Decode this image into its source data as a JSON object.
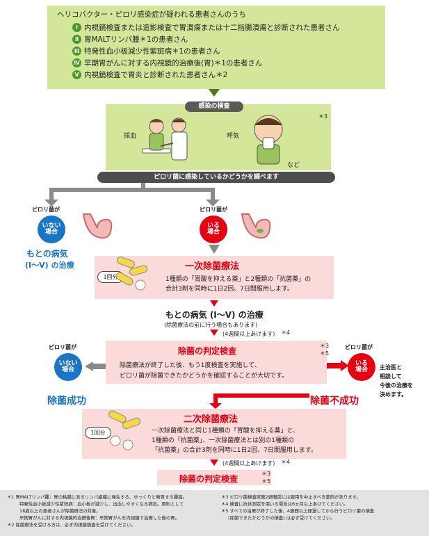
{
  "patients": {
    "heading": "ヘリコバクター・ピロリ感染症が疑われる患者さんのうち",
    "items": [
      {
        "num": "Ⅰ",
        "text": "内視鏡検査または造影検査で胃潰瘍または十二指腸潰瘍と診断された患者さん"
      },
      {
        "num": "Ⅱ",
        "text": "胃MALTリンパ腫＊1の患者さん"
      },
      {
        "num": "Ⅲ",
        "text": "特発性血小板減少性紫斑病＊1の患者さん"
      },
      {
        "num": "Ⅳ",
        "text": "早期胃がんに対する内視鏡的治療後(胃)＊1の患者さん"
      },
      {
        "num": "Ⅴ",
        "text": "内視鏡検査で胃炎と診断された患者さん＊2"
      }
    ]
  },
  "infection_test": {
    "label": "感染の検査",
    "note": "＊3",
    "blood": "採血",
    "breath": "呼気",
    "etc": "など"
  },
  "check_bar": "ピロリ菌に感染しているかどうかを調べます",
  "negative": {
    "top": "ピロリ菌が",
    "circle": [
      "いない",
      "場合"
    ],
    "result_line1": "もとの病気",
    "result_line2": "(Ⅰ〜Ⅴ) の治療"
  },
  "positive": {
    "top": "ピロリ菌が",
    "circle": [
      "いる",
      "場合"
    ]
  },
  "first_treatment": {
    "title": "一次除菌療法",
    "dose": "1回分",
    "desc_line1": "1種類の「胃酸を抑える薬」と2種類の「抗菌薬」の",
    "desc_line2": "合計3剤を同時に1日2回、7日間服用します。"
  },
  "original_treatment": {
    "title": "もとの病気 (Ⅰ〜Ⅴ) の治療",
    "sub": "(除菌療法の前に行う場合もあります)"
  },
  "wait1": {
    "label": "(4週間以上あけます)",
    "note": "＊4"
  },
  "judgment1": {
    "title": "除菌の判定検査",
    "note1": "＊3",
    "note2": "＊5",
    "desc_line1": "除菌療法が終了した後、もう1度検査を実施して、",
    "desc_line2": "ピロリ菌が除菌できたかどうかを確認することが大切です。"
  },
  "success": {
    "top": "ピロリ菌が",
    "circle": [
      "いない",
      "場合"
    ],
    "label": "除菌成功"
  },
  "failure": {
    "top": "ピロリ菌が",
    "circle": [
      "いる",
      "場合"
    ],
    "label": "除菌不成功",
    "side_line1": "主治医と",
    "side_line2": "相談して",
    "side_line3": "今後の治療を",
    "side_line4": "決めます。"
  },
  "second_treatment": {
    "title": "二次除菌療法",
    "dose": "1回分",
    "desc_line1": "一次除菌療法と同じ1種類の「胃酸を抑える薬」と、",
    "desc_line2": "1種類の「抗菌薬」、一次除菌療法とは別の1種類の",
    "desc_line3": "「抗菌薬」の合計3剤を同時に1日2回、7日間服用します。"
  },
  "wait2": {
    "label": "(4週間以上あけます)",
    "note": "＊4"
  },
  "judgment2": {
    "title": "除菌の判定検査",
    "note1": "＊3",
    "note2": "＊5"
  },
  "footnotes": {
    "n1_line1": "＊1 胃MALTリンパ腫：胃の粘膜にあるリンパ組織に発生する、ゆっくりと発育する腫瘍。",
    "n1_line2": "特発性血小板減少性紫斑病：血小板が減少し、出血しやすくなる病気。原則として",
    "n1_line3": "18歳以上の患者さんが除菌療法の対象。",
    "n1_line4": "早期胃がんに対する内視鏡的治療後胃：早期胃がんを内視鏡で治療した後の胃。",
    "n2": "＊2 除菌療法を受ける方は、必ず内視鏡検査を受けてください。",
    "n3": "＊3 ピロリ菌検査実施2週間前には服用を中止すべき薬剤があります。",
    "n4": "＊4 検査に抗体測定を用いる場合は6ヵ月以上あけてください。",
    "n5_line1": "＊5 すべての治療が終了した後、4週間以上経過してから行うピロリ菌の検査",
    "n5_line2": "(除菌できたかどうかの検査) は必ず受けてください。"
  },
  "colors": {
    "green": "#d3e69a",
    "pink": "#fbdada",
    "red": "#e60012",
    "blue": "#1976c7",
    "dark": "#4d4d4d"
  }
}
